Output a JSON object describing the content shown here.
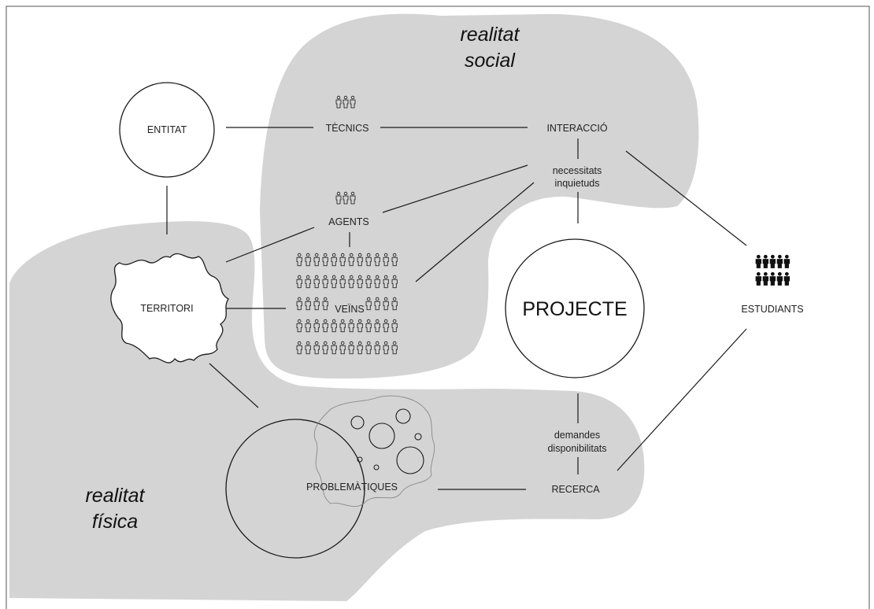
{
  "colors": {
    "zone": "#d4d4d4",
    "stroke": "#1a1a1a",
    "background": "#ffffff"
  },
  "labels": {
    "realitat_social_1": "realitat",
    "realitat_social_2": "social",
    "realitat_fisica_1": "realitat",
    "realitat_fisica_2": "física",
    "entitat": "ENTITAT",
    "tecnics": "TÈCNICS",
    "interaccio": "INTERACCIÓ",
    "necessitats": "necessitats",
    "inquietuds": "inquietuds",
    "agents": "AGENTS",
    "territori": "TERRITORI",
    "veins": "VEÏNS",
    "projecte": "PROJECTE",
    "estudiants": "ESTUDIANTS",
    "demandes": "demandes",
    "disponibilitats": "disponibilitats",
    "recerca": "RECERCA",
    "problematiques": "PROBLEMÀTIQUES"
  },
  "icons": {
    "people_group": "people-group-icon",
    "crowd": "crowd-icon",
    "students": "students-icon"
  }
}
